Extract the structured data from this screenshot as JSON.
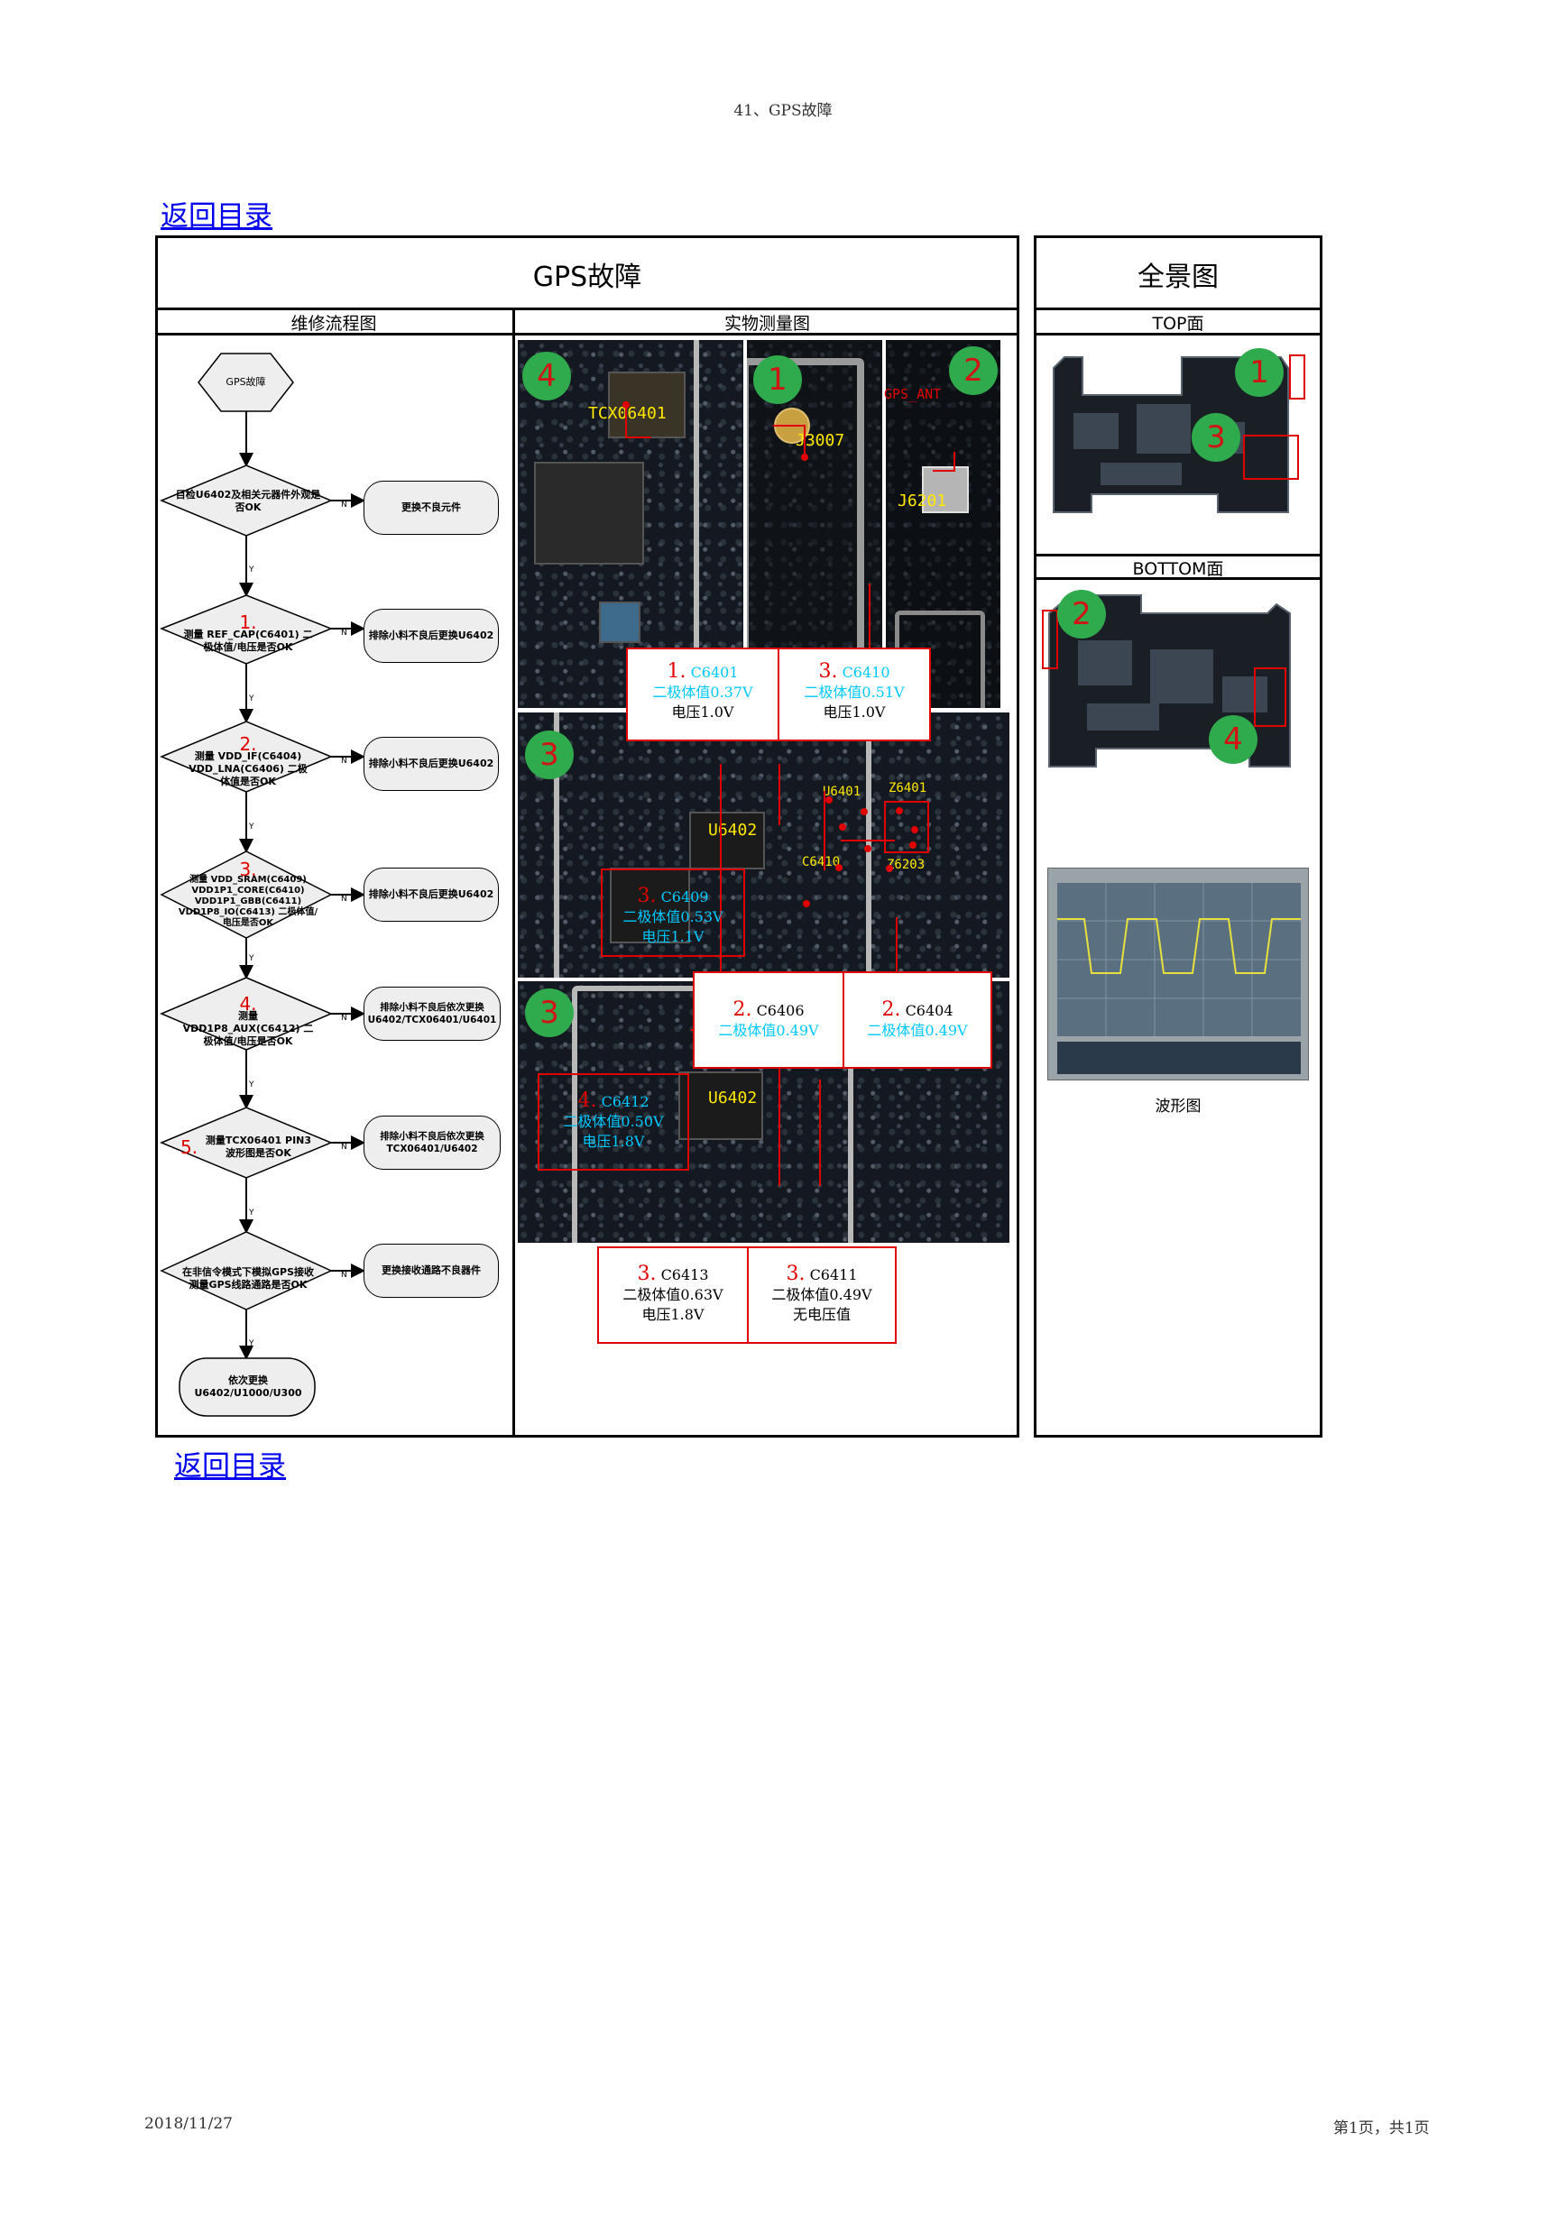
{
  "page_header": "41、GPS故障",
  "back_link_top": "返回目录",
  "back_link_bottom": "返回目录",
  "main_title": "GPS故障",
  "panorama_title": "全景图",
  "col_headers": {
    "flowchart": "维修流程图",
    "photos": "实物测量图",
    "top_face": "TOP面",
    "bottom_face": "BOTTOM面"
  },
  "flowchart": {
    "start": "GPS故障",
    "steps": [
      {
        "num": "",
        "text": "目检U6402及相关元器件外观是否OK",
        "action": "更换不良元件"
      },
      {
        "num": "1.",
        "text": "测量 REF_CAP(C6401) 二极体值/电压是否OK",
        "action": "排除小料不良后更换U6402"
      },
      {
        "num": "2.",
        "text": "测量 VDD_IF(C6404) VDD_LNA(C6406) 二极体值是否OK",
        "action": "排除小料不良后更换U6402"
      },
      {
        "num": "3.",
        "text": "测量 VDD_SRAM(C6409) VDD1P1_CORE(C6410) VDD1P1_GBB(C6411) VDD1P8_IO(C6413) 二极体值/电压是否OK",
        "action": "排除小料不良后更换U6402"
      },
      {
        "num": "4.",
        "text": "测量 VDD1P8_AUX(C6412) 二极体值/电压是否OK",
        "action": "排除小料不良后依次更换U6402/TCX06401/U6401"
      },
      {
        "num": "5.",
        "text": "测量TCX06401 PIN3 波形图是否OK",
        "action": "排除小料不良后依次更换TCX06401/U6402"
      },
      {
        "num": "",
        "text": "在非信令模式下模拟GPS接收测量GPS线路通路是否OK",
        "action": "更换接收通路不良器件"
      }
    ],
    "end": "依次更换 U6402/U1000/U300",
    "yes_label": "Y",
    "no_label": "N"
  },
  "photo_labels": {
    "tcxo": "TCX06401",
    "j3007": "J3007",
    "gps_ant": "GPS_ANT",
    "j6201": "J6201",
    "u6401": "U6401",
    "z6401": "Z6401",
    "u6402_a": "U6402",
    "u6402_b": "U6402",
    "c6410_lbl": "C6410",
    "z6203": "Z6203",
    "markers": [
      "4",
      "1",
      "2",
      "3",
      "3"
    ]
  },
  "callouts": {
    "c6401": {
      "num": "1.",
      "part": "C6401",
      "diode": "二极体值0.37V",
      "volt": "电压1.0V"
    },
    "c6410": {
      "num": "3.",
      "part": "C6410",
      "diode": "二极体值0.51V",
      "volt": "电压1.0V"
    },
    "c6409": {
      "num": "3.",
      "part": "C6409",
      "diode": "二极体值0.53V",
      "volt": "电压1.1V"
    },
    "c6406": {
      "num": "2.",
      "part": "C6406",
      "diode": "二极体值0.49V"
    },
    "c6404": {
      "num": "2.",
      "part": "C6404",
      "diode": "二极体值0.49V"
    },
    "c6412": {
      "num": "4.",
      "part": "C6412",
      "diode": "二极体值0.50V",
      "volt": "电压1.8V"
    },
    "c6413": {
      "num": "3.",
      "part": "C6413",
      "diode": "二极体值0.63V",
      "volt": "电压1.8V"
    },
    "c6411": {
      "num": "3.",
      "part": "C6411",
      "diode": "二极体值0.49V",
      "volt": "无电压值"
    }
  },
  "panorama_markers": {
    "top": [
      "1",
      "3"
    ],
    "bottom": [
      "2",
      "4"
    ]
  },
  "waveform_caption": "波形图",
  "footer": {
    "date": "2018/11/27",
    "page": "第1页，共1页"
  },
  "colors": {
    "accent_red": "#e00000",
    "cyan": "#00c8ff",
    "marker_green": "#2faa4c",
    "label_yellow": "#ffe800",
    "link_blue": "#0000ee"
  }
}
